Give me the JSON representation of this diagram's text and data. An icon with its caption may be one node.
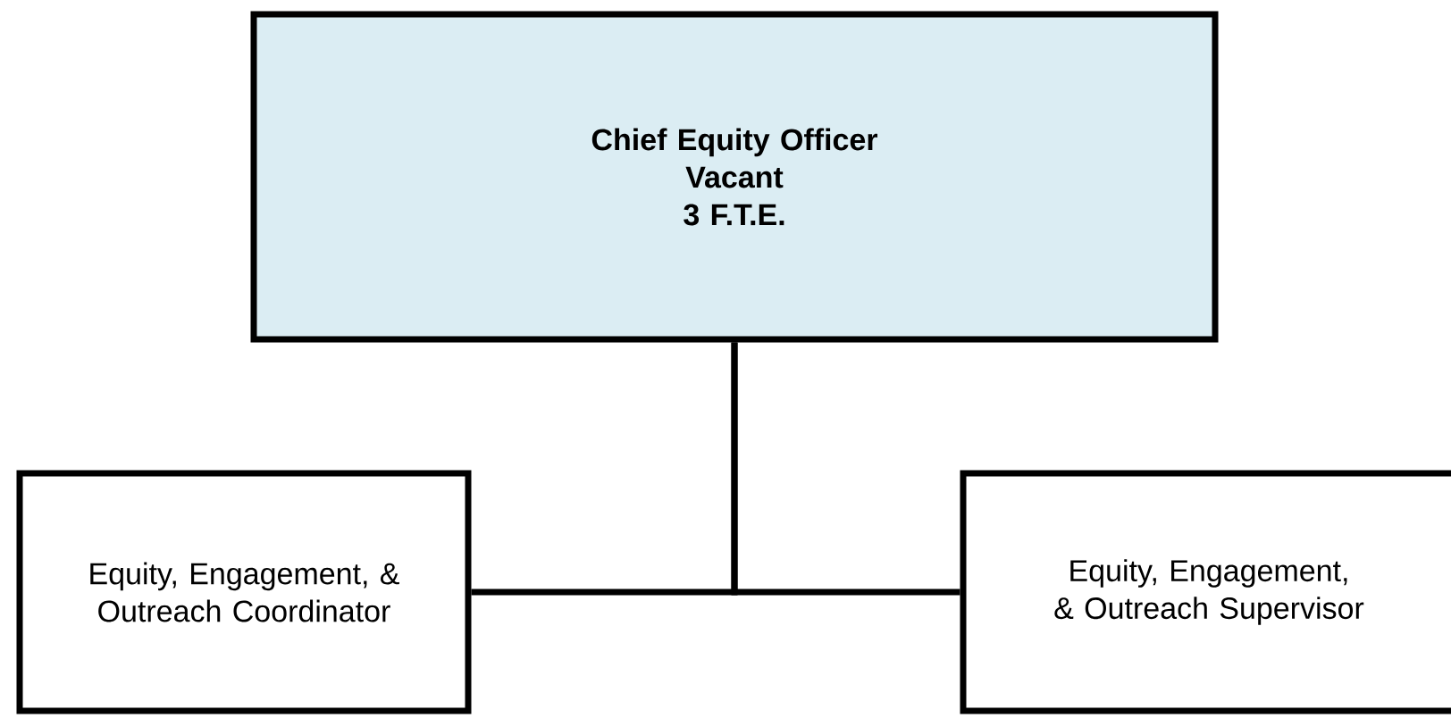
{
  "diagram": {
    "nodes": [
      {
        "text": [
          "Chief Equity Officer",
          "Vacant",
          "3 F.T.E."
        ]
      },
      {
        "text": [
          "Equity, Engagement, & Outreach Coordinator"
        ]
      },
      {
        "text": [
          "Equity, Engagement, & Outreach Supervisor"
        ]
      }
    ],
    "edges": [
      {
        "from": 0,
        "to": 1,
        "arrow": "none"
      },
      {
        "from": 0,
        "to": 2,
        "arrow": "none"
      }
    ]
  }
}
